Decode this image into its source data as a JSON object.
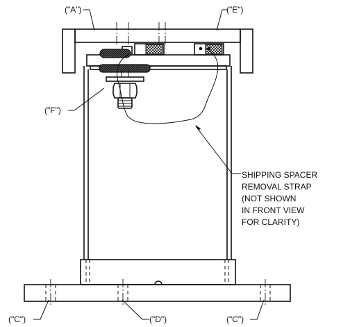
{
  "callouts": {
    "a": "(\"A\")",
    "e": "(\"E\")",
    "f": "(\"F\")",
    "c_left": "(\"C\")",
    "d": "(\"D\")",
    "c_right": "(\"C\")"
  },
  "note_lines": [
    "SHIPPING SPACER",
    "REMOVAL STRAP",
    "(NOT SHOWN",
    "IN FRONT VIEW",
    "FOR CLARITY)"
  ]
}
